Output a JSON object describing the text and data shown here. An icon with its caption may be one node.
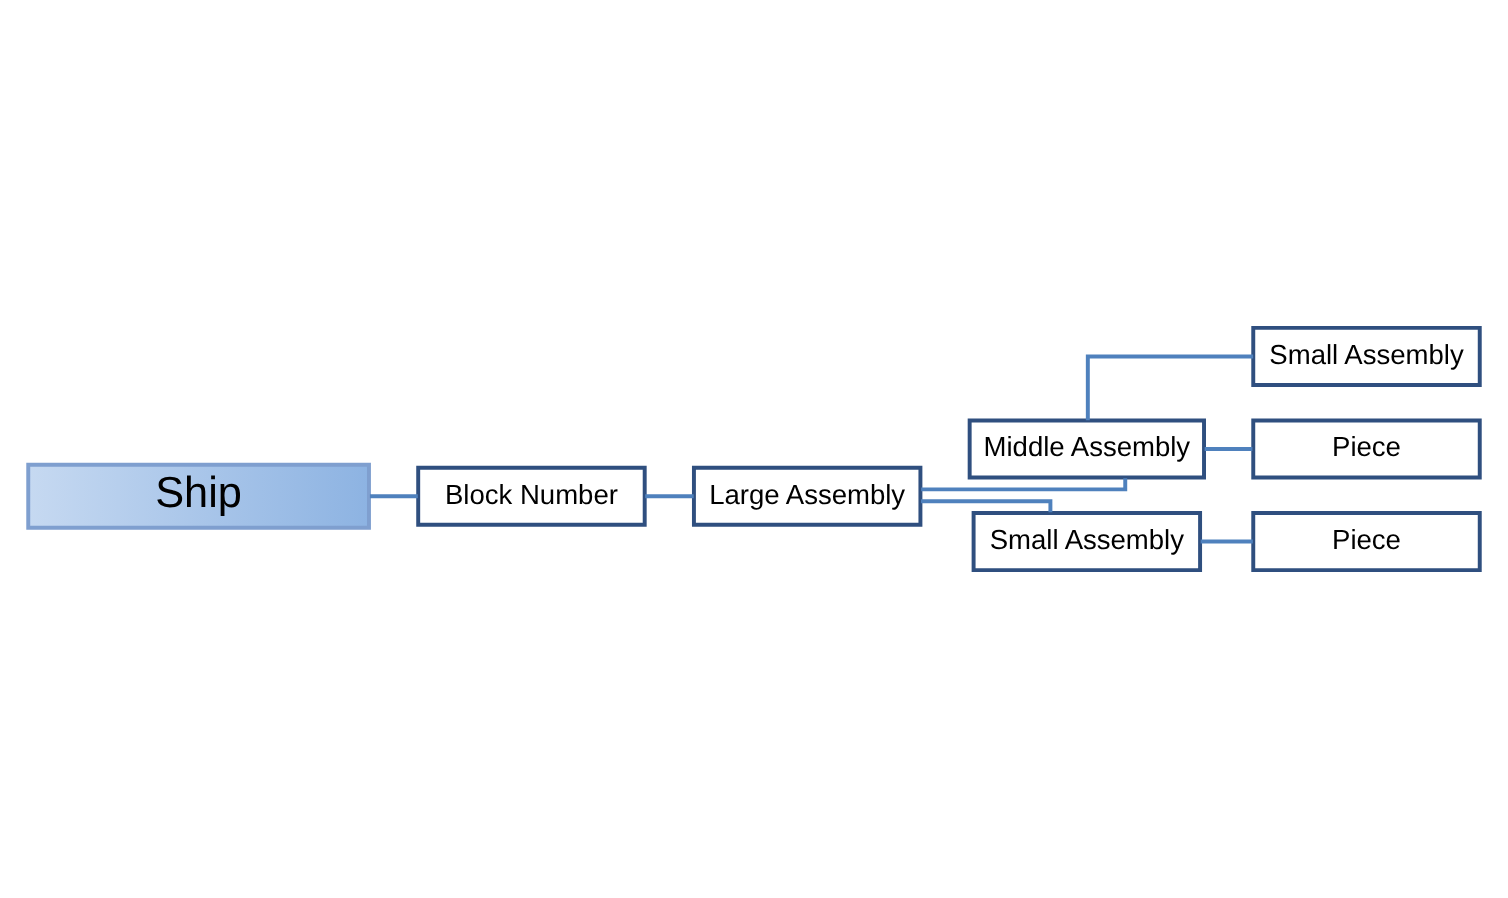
{
  "diagram": {
    "nodes": [
      {
        "text": [
          "Ship"
        ]
      },
      {
        "text": [
          "Block Number"
        ]
      },
      {
        "text": [
          "Large Assembly"
        ]
      },
      {
        "text": [
          "Middle Assembly"
        ]
      },
      {
        "text": [
          "Small Assembly"
        ]
      },
      {
        "text": [
          "Piece"
        ]
      },
      {
        "text": [
          "Small Assembly"
        ]
      },
      {
        "text": [
          "Piece"
        ]
      }
    ],
    "edges": [
      {
        "from": 0,
        "to": 1,
        "arrow": "none"
      },
      {
        "from": 1,
        "to": 2,
        "arrow": "none"
      },
      {
        "from": 2,
        "to": 3,
        "arrow": "none"
      },
      {
        "from": 3,
        "to": 4,
        "arrow": "none"
      },
      {
        "from": 3,
        "to": 5,
        "arrow": "none"
      },
      {
        "from": 2,
        "to": 6,
        "arrow": "none"
      },
      {
        "from": 6,
        "to": 7,
        "arrow": "none"
      }
    ]
  }
}
